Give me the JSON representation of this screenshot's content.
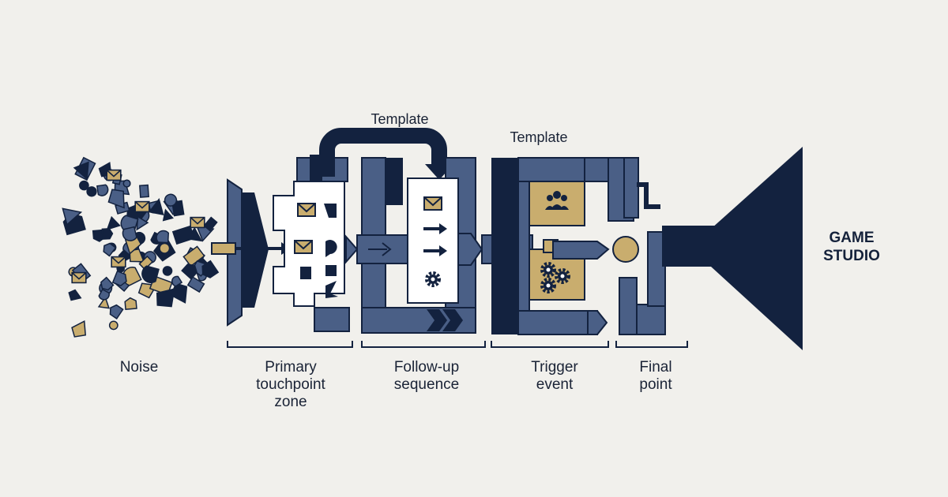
{
  "template_labels": [
    "Template",
    "Template"
  ],
  "stages": [
    {
      "label": "Noise"
    },
    {
      "label": "Primary\ntouchpoint\nzone"
    },
    {
      "label": "Follow-up\nsequence"
    },
    {
      "label": "Trigger\nevent"
    },
    {
      "label": "Final\npoint"
    }
  ],
  "brand": "GAME\nSTUDIO",
  "colors": {
    "navy": "#13223f",
    "slate": "#4a5f86",
    "gold": "#c9ad6e",
    "paper": "#ffffff",
    "background": "#f1f0ec"
  },
  "icons": [
    "envelope-icon",
    "arrow-right-icon",
    "gear-icon",
    "key-icon",
    "people-icon",
    "gears-icon"
  ]
}
